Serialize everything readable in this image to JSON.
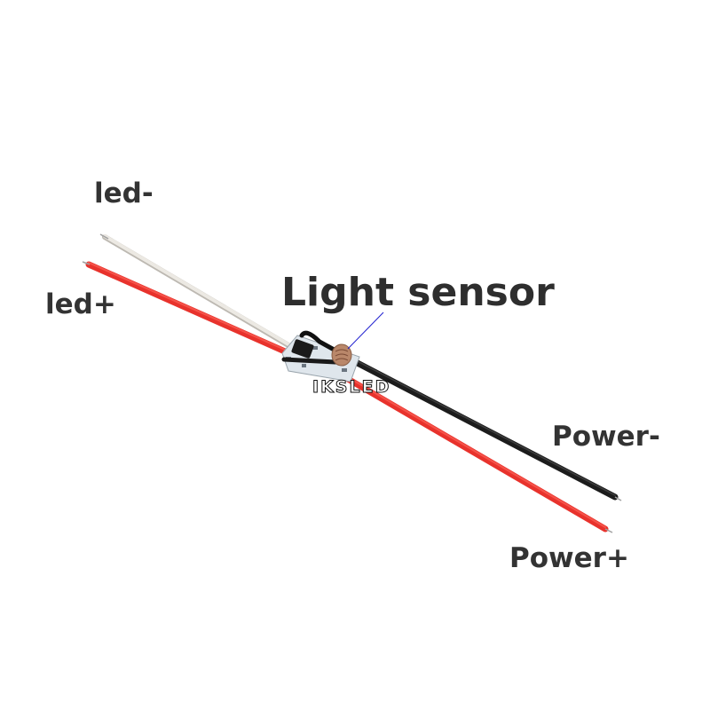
{
  "image": {
    "subject": "LED light-sensor controller module with wires",
    "background": "#ffffff"
  },
  "labels": {
    "led_minus": "led-",
    "led_plus": "led+",
    "light_sensor": "Light sensor",
    "power_minus": "Power-",
    "power_plus": "Power+"
  },
  "watermark": "IKSLED",
  "colors": {
    "label_text": "#333333",
    "wire_red": "#e8322c",
    "wire_black": "#1c1c1c",
    "wire_white": "#e9e6df",
    "pointer_line": "#2020d0",
    "sensor_body": "#b9876a",
    "pcb": "#dfe6ec"
  }
}
